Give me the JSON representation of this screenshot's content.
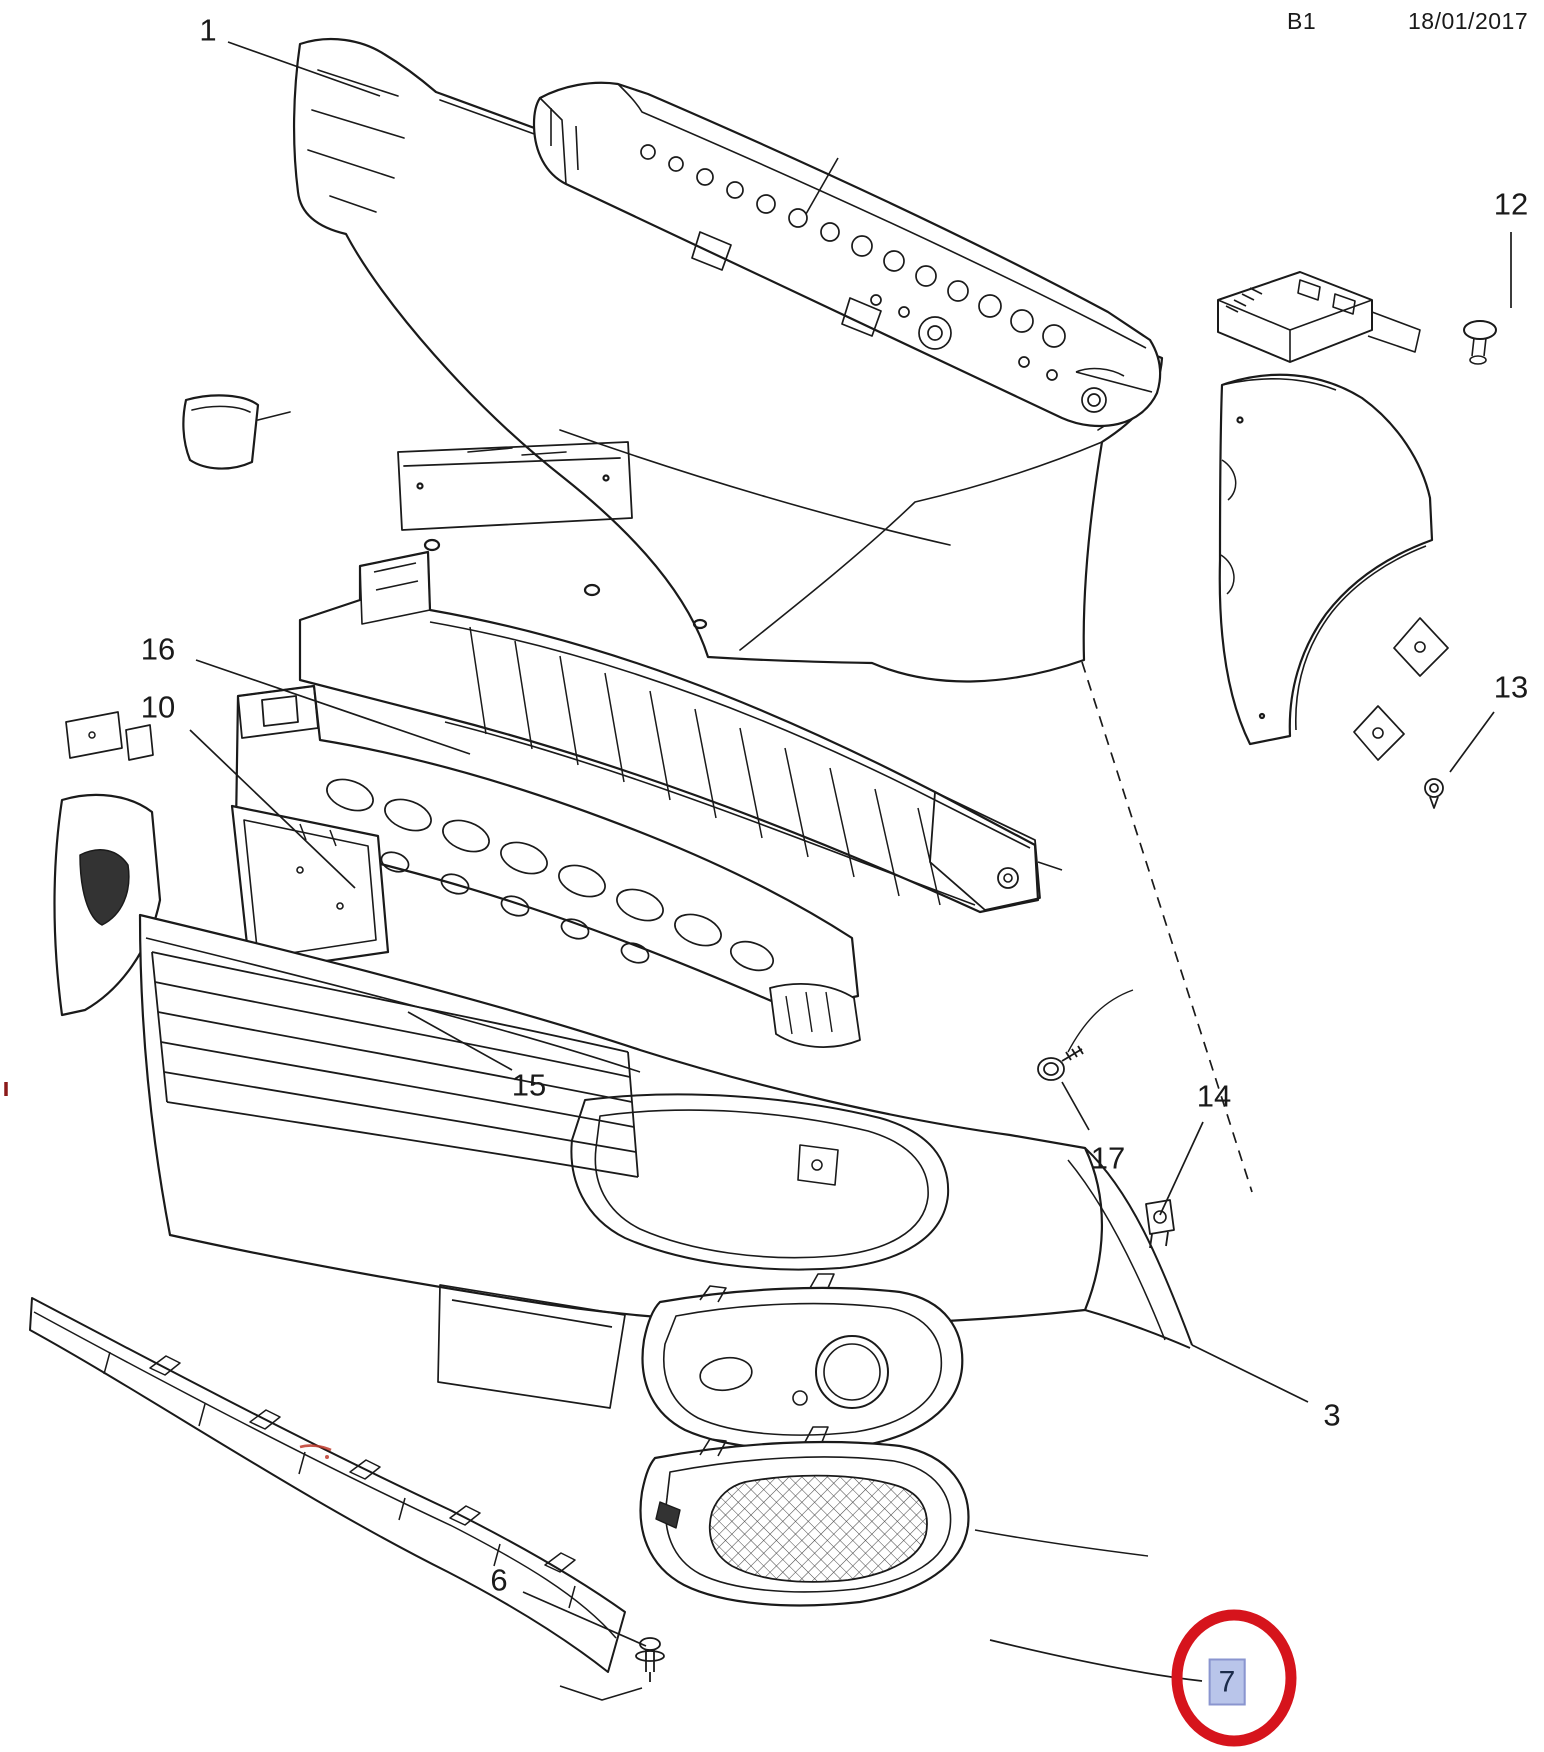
{
  "header": {
    "sheet": "B1",
    "date": "18/01/2017"
  },
  "diagram": {
    "description": "Exploded line-art parts diagram of a front bumper assembly (fascia, impact bar, grille, fog lamp bezels, fender, fasteners)",
    "colors": {
      "line": "#1a1a1a",
      "highlight_circle": "#d6141c",
      "highlight_box_bg": "#b9c5ea",
      "highlight_box_border": "#8a95cf",
      "annotation_red": "#a03028"
    },
    "highlighted_part_number": "7",
    "parts": [
      {
        "number": "1"
      },
      {
        "number": "12"
      },
      {
        "number": "13"
      },
      {
        "number": "16"
      },
      {
        "number": "10"
      },
      {
        "number": "15"
      },
      {
        "number": "17"
      },
      {
        "number": "14"
      },
      {
        "number": "3"
      },
      {
        "number": "6"
      },
      {
        "number": "7"
      }
    ]
  }
}
